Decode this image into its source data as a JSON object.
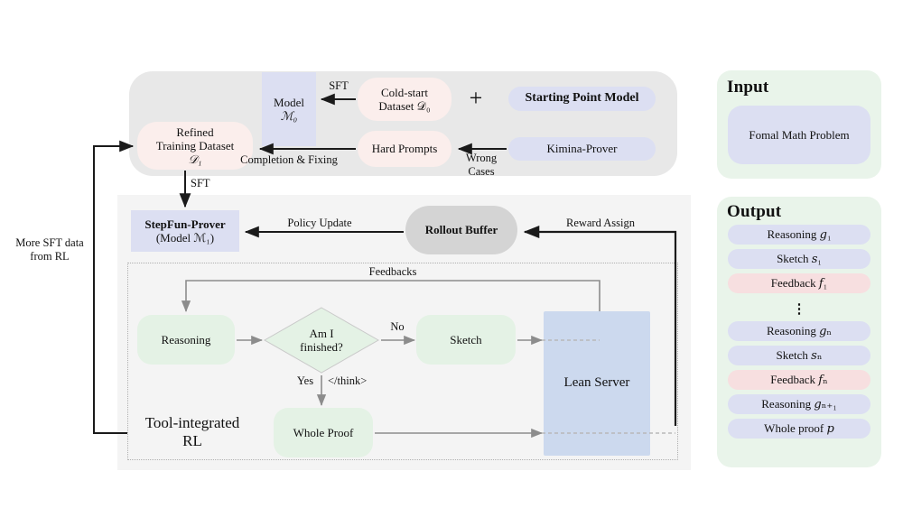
{
  "figure": {
    "title": "StepFun-Prover training pipeline",
    "colors": {
      "panel_gray": "#e8e8e8",
      "panel_rl": "#f4f4f4",
      "panel_green": "#e9f4ea",
      "node_pink": "#fbeeec",
      "node_purple": "#dcdff2",
      "node_green": "#e4f2e5",
      "node_blue": "#ccd9ee",
      "node_gray": "#d4d4d4",
      "pill_pink": "#f7dfe0",
      "arrow_dark": "#1a1a1a",
      "arrow_gray": "#8c8c8c",
      "dotted_border": "#b0b0b0"
    }
  },
  "sft_stage": {
    "model_0": {
      "line1": "Model",
      "line2": "ℳ₀"
    },
    "cold_start": {
      "line1": "Cold-start",
      "line2": "Dataset 𝒟₀"
    },
    "plus": "+",
    "starting_point_model": "Starting Point Model",
    "refined_dataset": {
      "line1": "Refined",
      "line2": "Training Dataset",
      "line3": "𝒟₁"
    },
    "hard_prompts": "Hard Prompts",
    "kimina_prover": "Kimina-Prover",
    "edge_sft": "SFT",
    "edge_completion_fixing": "Completion & Fixing",
    "edge_wrong_cases": {
      "line1": "Wrong",
      "line2": "Cases"
    }
  },
  "rl_stage": {
    "section_label": {
      "line1": "Tool-integrated",
      "line2": "RL"
    },
    "stepfun_prover": {
      "line1": "StepFun-Prover",
      "line2": "(Model ℳ₁)"
    },
    "rollout_buffer": "Rollout Buffer",
    "lean_server": "Lean Server",
    "reasoning": "Reasoning",
    "decision": {
      "line1": "Am I",
      "line2": "finished?"
    },
    "sketch": "Sketch",
    "whole_proof": "Whole Proof",
    "edge_sft_down": "SFT",
    "edge_policy_update": "Policy Update",
    "edge_reward_assign": "Reward Assign",
    "edge_feedbacks": "Feedbacks",
    "edge_no": "No",
    "edge_yes": "Yes",
    "edge_think_close": "</think>",
    "edge_more_sft": {
      "line1": "More SFT data",
      "line2": "from RL"
    }
  },
  "io_panels": {
    "input": {
      "title": "Input",
      "items": [
        "Fomal Math Problem"
      ]
    },
    "output": {
      "title": "Output",
      "items": [
        {
          "text": "Reasoning 𝑔₁",
          "kind": "purple"
        },
        {
          "text": "Sketch 𝑠₁",
          "kind": "purple"
        },
        {
          "text": "Feedback 𝑓₁",
          "kind": "pink"
        },
        {
          "text": "⋮",
          "kind": "dots"
        },
        {
          "text": "Reasoning 𝑔ₙ",
          "kind": "purple"
        },
        {
          "text": "Sketch 𝑠ₙ",
          "kind": "purple"
        },
        {
          "text": "Feedback 𝑓ₙ",
          "kind": "pink"
        },
        {
          "text": "Reasoning 𝑔ₙ₊₁",
          "kind": "purple"
        },
        {
          "text": "Whole proof 𝑝",
          "kind": "purple"
        }
      ]
    }
  }
}
